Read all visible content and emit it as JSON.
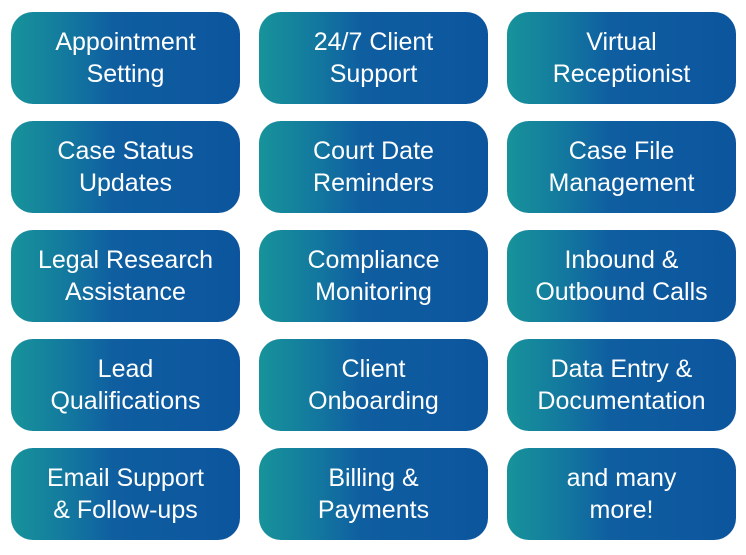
{
  "tiles": [
    "Appointment\nSetting",
    "24/7 Client\nSupport",
    "Virtual\nReceptionist",
    "Case Status\nUpdates",
    "Court Date\nReminders",
    "Case File\nManagement",
    "Legal Research\nAssistance",
    "Compliance\nMonitoring",
    "Inbound &\nOutbound Calls",
    "Lead\nQualifications",
    "Client\nOnboarding",
    "Data Entry &\nDocumentation",
    "Email Support\n& Follow-ups",
    "Billing &\nPayments",
    "and many\nmore!"
  ]
}
